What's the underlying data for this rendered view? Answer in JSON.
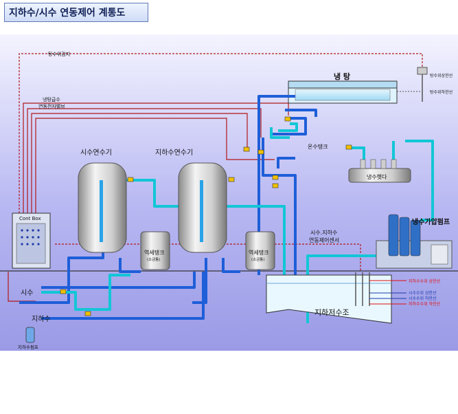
{
  "title": "지하수/시수 연동제어 계통도",
  "labels": {
    "tang_level": "탕수위감지",
    "naengtang": "냉 탕",
    "tang_high": "탕수위상한선",
    "tang_low": "탕수위하한선",
    "valve_a": "냉탕급수",
    "valve_b": "연동전자밸브",
    "softener_city": "시수연수기",
    "softener_ground": "지하수연수기",
    "hot_tank": "온수탱크",
    "header": "냉수헷다",
    "booster": "냉수가압펌프",
    "ctrl_box": "Cont Box",
    "sensor_a": "시수.지하수",
    "sensor_b": "연동제어센서",
    "salt_tank": "역세탱크",
    "salt_sub": "(소금통)",
    "city": "시수",
    "ground": "지하수",
    "ground_pump": "지하수펌프",
    "reservoir": "지하저수조",
    "lv1": "지하수수위 상한선",
    "lv2": "시수수위 상한선",
    "lv3": "시수수위 하한선",
    "lv4": "지하수수위 하한선"
  },
  "colors": {
    "pipe_blue": "#1e5ed8",
    "pipe_cyan": "#12c6d6",
    "wire_red": "#b01818",
    "level_red": "#e01010",
    "background": "#a8a8ee"
  }
}
